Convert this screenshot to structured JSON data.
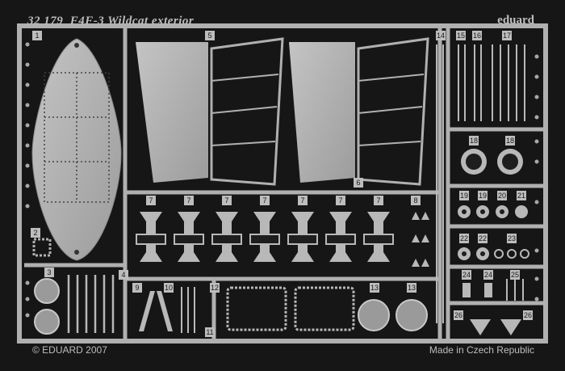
{
  "header": {
    "set_number": "32 179",
    "title": "F4F-3 Wildcat exterior",
    "brand": "eduard"
  },
  "footer": {
    "copyright": "© EDUARD 2007",
    "origin": "Made in Czech Republic"
  },
  "part_numbers": {
    "p1": "1",
    "p2": "2",
    "p3": "3",
    "p4": "4",
    "p5": "5",
    "p6": "6",
    "p7": "7",
    "p8": "8",
    "p9": "9",
    "p10": "10",
    "p11": "11",
    "p12": "12",
    "p13": "13",
    "p14": "14",
    "p15": "15",
    "p16": "16",
    "p17": "17",
    "p18": "18",
    "p19": "19",
    "p20": "20",
    "p21": "21",
    "p22": "22",
    "p23": "23",
    "p24": "24",
    "p25": "25",
    "p26": "26"
  },
  "colors": {
    "fret_metal": "#b4b4b4",
    "background": "#161616",
    "label_tag": "#bdbdbd"
  }
}
